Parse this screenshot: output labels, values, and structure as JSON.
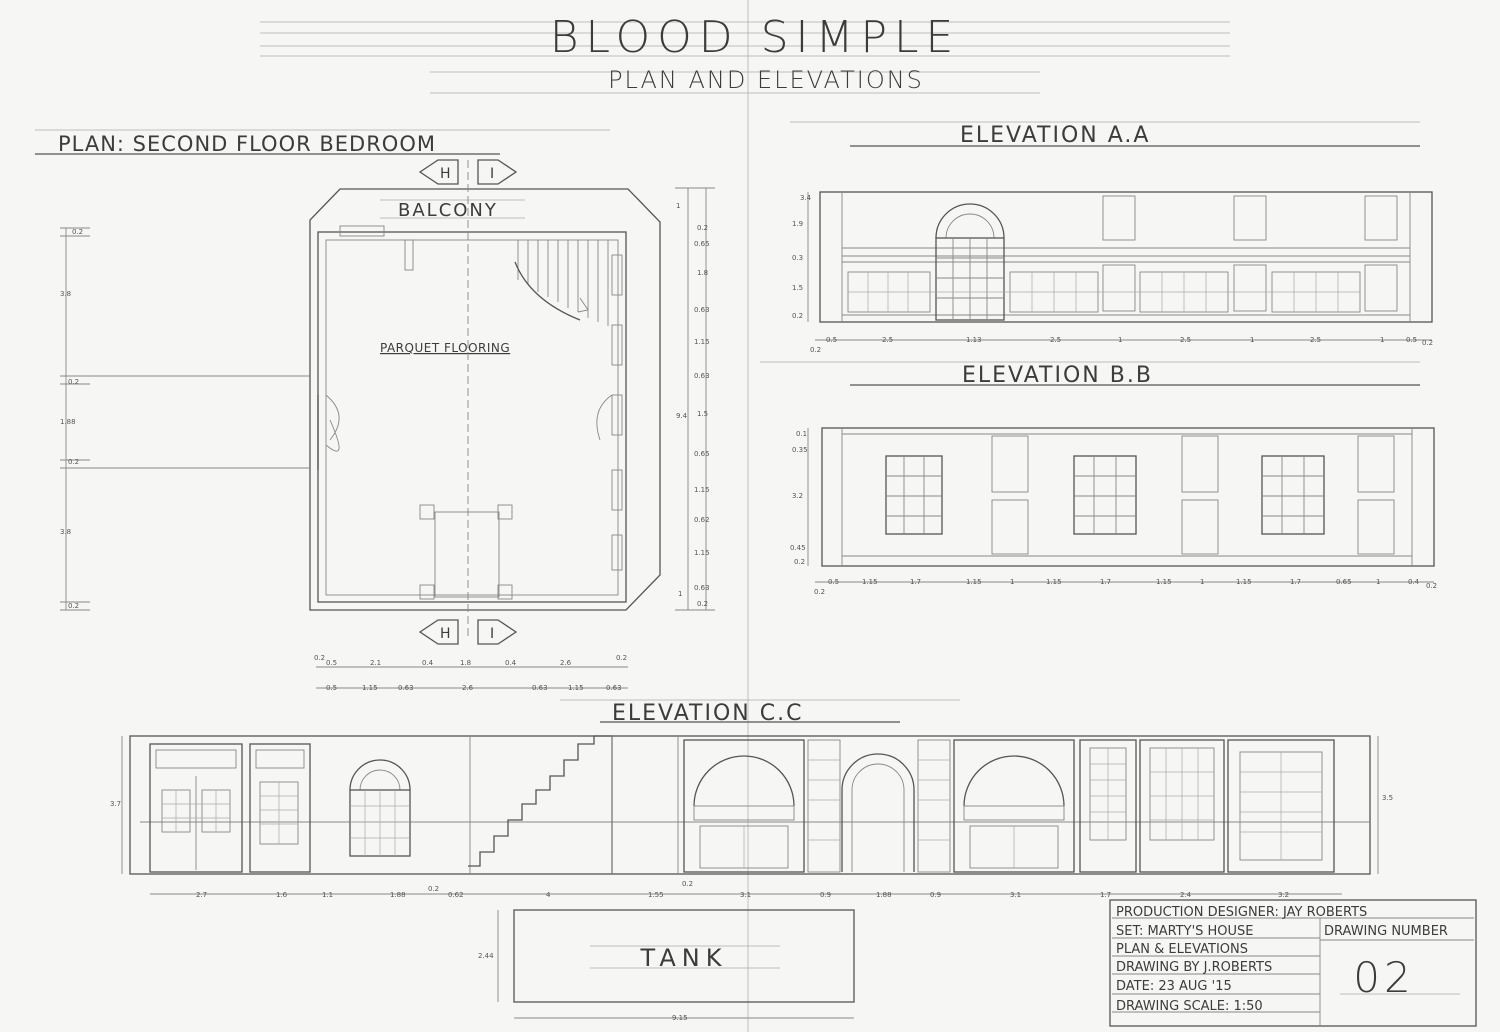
{
  "title": "BLOOD SIMPLE",
  "subtitle": "PLAN AND ELEVATIONS",
  "plan": {
    "heading": "PLAN: SECOND FLOOR BEDROOM",
    "balcony_label": "BALCONY",
    "floor_label": "PARQUET FLOORING",
    "section_markers": [
      "H",
      "I"
    ],
    "left_dims": [
      "0.2",
      "3.8",
      "0.2",
      "1.88",
      "0.2",
      "3.8",
      "0.2"
    ],
    "right_dims": [
      "1",
      "0.2",
      "0.65",
      "1.8",
      "0.63",
      "1.15",
      "0.63",
      "1.5",
      "0.65",
      "1.15",
      "0.62",
      "1.15",
      "0.63",
      "1",
      "0.2"
    ],
    "right_total": "9.4",
    "bottom_dims_1": [
      "0.2",
      "0.5",
      "2.1",
      "0.4",
      "1.8",
      "0.4",
      "2.6",
      "0.2"
    ],
    "bottom_dims_2": [
      "0.5",
      "1.15",
      "0.63",
      "2.6",
      "0.63",
      "1.15",
      "0.63"
    ]
  },
  "elevation_aa": {
    "heading": "ELEVATION A.A",
    "left_dims": [
      "3.4",
      "1.9",
      "0.3",
      "1.5",
      "0.2"
    ],
    "bottom_dims": [
      "0.2",
      "0.5",
      "2.5",
      "1.13",
      "2.5",
      "1",
      "2.5",
      "1",
      "2.5",
      "1",
      "0.5",
      "0.2"
    ]
  },
  "elevation_bb": {
    "heading": "ELEVATION B.B",
    "left_dims": [
      "0.1",
      "0.35",
      "3.2",
      "0.45",
      "0.2"
    ],
    "bottom_dims": [
      "0.2",
      "0.5",
      "1.15",
      "1.7",
      "1.15",
      "1",
      "1.15",
      "1.7",
      "1.15",
      "1",
      "1.15",
      "1.7",
      "0.65",
      "1",
      "0.4",
      "0.2"
    ]
  },
  "elevation_cc": {
    "heading": "ELEVATION C.C",
    "left_dim": "3.7",
    "right_dim": "3.5",
    "bottom_dims": [
      "2.7",
      "1.6",
      "1.1",
      "1.88",
      "0.2",
      "0.62",
      "4",
      "1.55",
      "0.2",
      "3.1",
      "0.9",
      "1.88",
      "0.9",
      "3.1",
      "1.7",
      "2.4",
      "3.2"
    ]
  },
  "tank": {
    "label": "TANK",
    "height_dim": "2.44",
    "width_dim": "9.15"
  },
  "title_block": {
    "production_designer": "PRODUCTION DESIGNER: JAY ROBERTS",
    "set": "SET: MARTY'S HOUSE",
    "drawing_number_label": "DRAWING NUMBER",
    "plan_label": "PLAN & ELEVATIONS",
    "drawing_by": "DRAWING BY  J.ROBERTS",
    "date": "DATE: 23 AUG '15",
    "scale": "DRAWING SCALE: 1:50",
    "drawing_number": "02"
  }
}
